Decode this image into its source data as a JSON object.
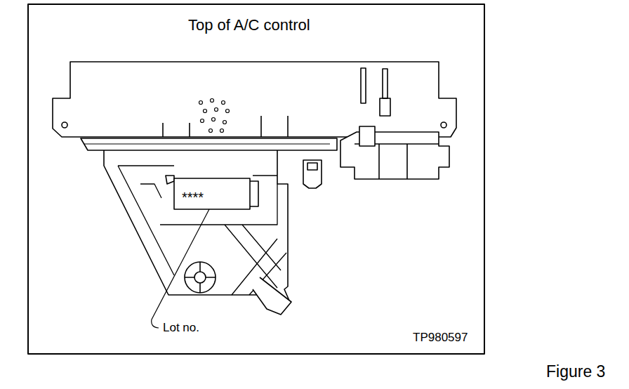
{
  "diagram": {
    "title": "Top of A/C control",
    "caption": "Figure 3",
    "labels": [
      "****",
      "Lot no.",
      "TP980597"
    ]
  }
}
